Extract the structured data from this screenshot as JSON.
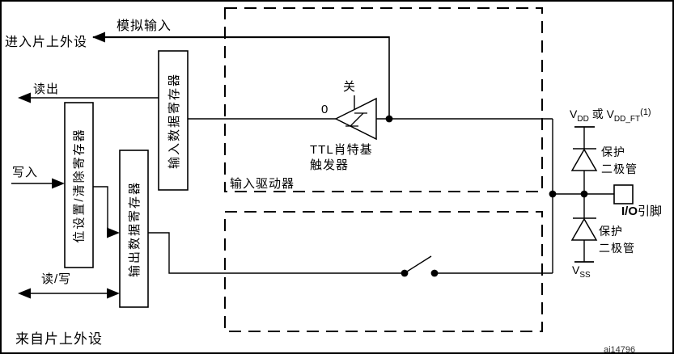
{
  "labels": {
    "to_peripheral": "进入片上外设",
    "analog_input": "模拟输入",
    "read_out": "读出",
    "write_in": "写入",
    "read_write": "读/写",
    "from_peripheral": "来自片上外设",
    "input_driver": "输入驱动器",
    "ttl_line1": "TTL肖特基",
    "ttl_line2": "触发器",
    "off": "关",
    "zero": "0",
    "protect_l1": "保护",
    "protect_l2": "二极管",
    "io_bold": "I/O",
    "io_rest": "引脚",
    "figure_id": "ai14796"
  },
  "registers": {
    "input_data": "输入数据寄存器",
    "bit_set_clear": "位设置/清除寄存器",
    "output_data": "输出数据寄存器"
  },
  "power": {
    "v": "V",
    "dd": "DD",
    "or": "或",
    "dd_ft": "DD_FT",
    "note": "(1)",
    "ss": "SS"
  },
  "colors": {
    "line": "#000000",
    "background": "#ffffff"
  }
}
